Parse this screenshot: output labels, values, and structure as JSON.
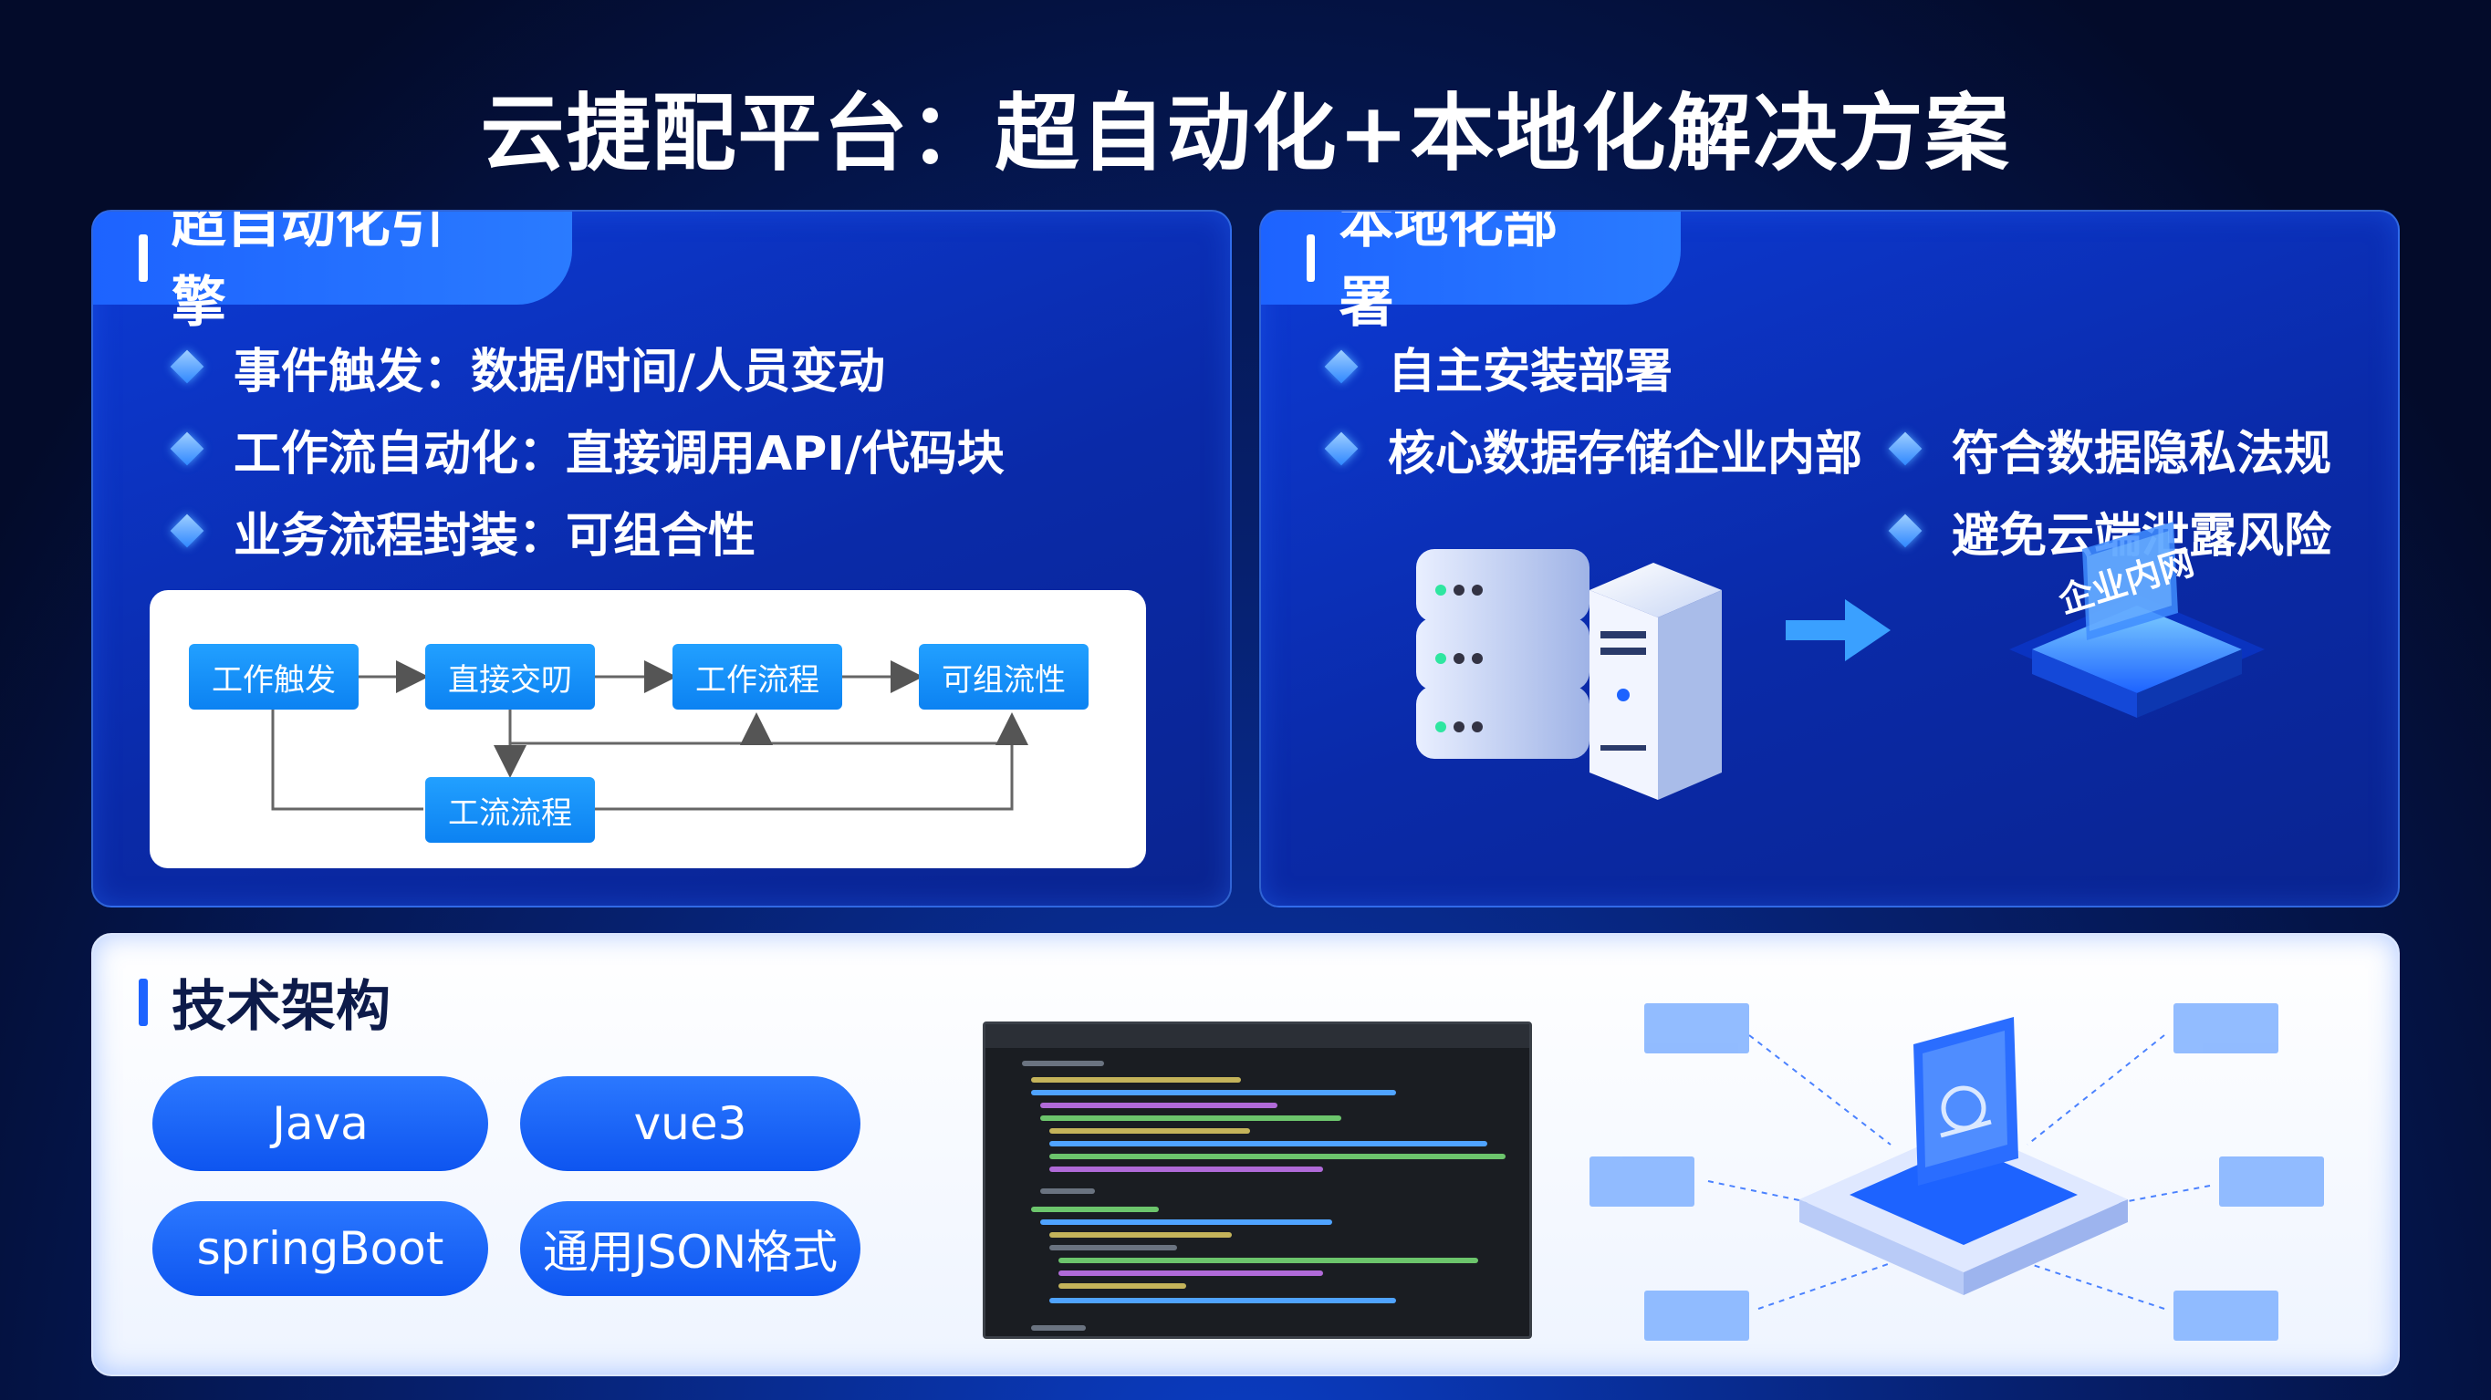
{
  "title": "云捷配平台：超自动化+本地化解决方案",
  "left_panel": {
    "heading": "超自动化引擎",
    "bullets": [
      "事件触发：数据/时间/人员变动",
      "工作流自动化：直接调用API/代码块",
      "业务流程封装：可组合性"
    ],
    "flow": {
      "nodes": [
        "工作触发",
        "直接交叨",
        "工作流程",
        "可组流性",
        "工流流程"
      ]
    }
  },
  "right_panel": {
    "heading": "本地化部署",
    "bullets_left": [
      "自主安装部署",
      "核心数据存储企业内部"
    ],
    "bullets_right": [
      "符合数据隐私法规",
      "避免云端泄露风险"
    ],
    "network_label": "企业内网"
  },
  "bottom_panel": {
    "heading": "技术架构",
    "tech": [
      "Java",
      "vue3",
      "springBoot",
      "通用JSON格式"
    ]
  },
  "colors": {
    "accent": "#1d63ff",
    "node": "#0c82f2",
    "panel": "#0d3bd6"
  }
}
